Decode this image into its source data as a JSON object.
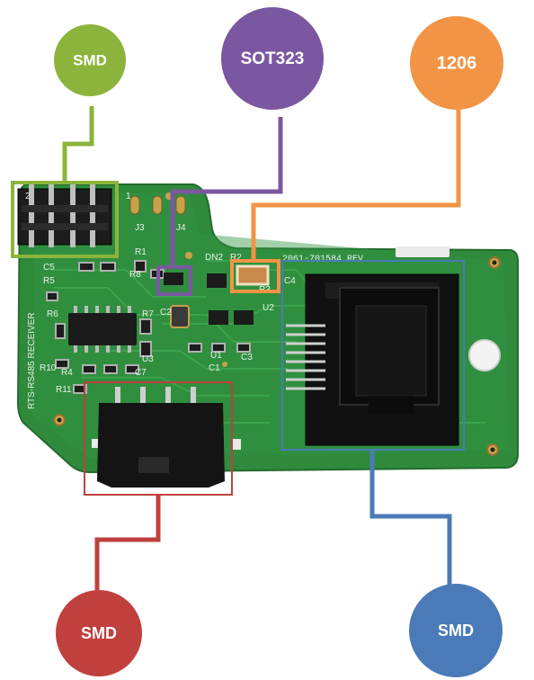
{
  "callouts": [
    {
      "label": "SMD",
      "color": "#8cb43c"
    },
    {
      "label": "SOT323",
      "color": "#7b57a1"
    },
    {
      "label": "1206",
      "color": "#f29445"
    },
    {
      "label": "SMD",
      "color": "#c0403e"
    },
    {
      "label": "SMD",
      "color": "#4a7ab8"
    }
  ],
  "board": {
    "color": "#2f8a3c",
    "silkscreen": {
      "title": "RTS-RS485 RECEIVER",
      "part_number": "2061-701584 REV",
      "refs": [
        "J3",
        "J4",
        "R1",
        "R2",
        "R3",
        "R4",
        "R5",
        "R6",
        "R7",
        "R8",
        "R10",
        "R11",
        "C1",
        "C2",
        "C3",
        "C4",
        "C5",
        "C7",
        "U1",
        "U2",
        "U3",
        "DN2",
        "2",
        "1"
      ]
    }
  }
}
